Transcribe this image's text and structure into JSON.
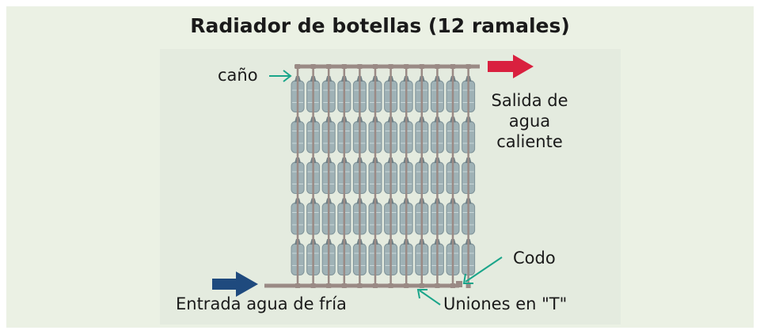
{
  "title": "Radiador de botellas (12 ramales)",
  "labels": {
    "pipe": "caño",
    "hot_out_line1": "Salida de",
    "hot_out_line2": "agua",
    "hot_out_line3": "caliente",
    "elbow": "Codo",
    "tee": "Uniones en \"T\"",
    "cold_in": "Entrada agua de fría"
  },
  "colors": {
    "hot_arrow": "#d9203f",
    "cold_arrow": "#1f4a7e",
    "pointer": "#1aa58a",
    "panel": "#ebf1e4",
    "bottle": "#9fb2b6",
    "pipe": "#9a8a85"
  },
  "branches": 12,
  "bottles_per_branch": 5
}
